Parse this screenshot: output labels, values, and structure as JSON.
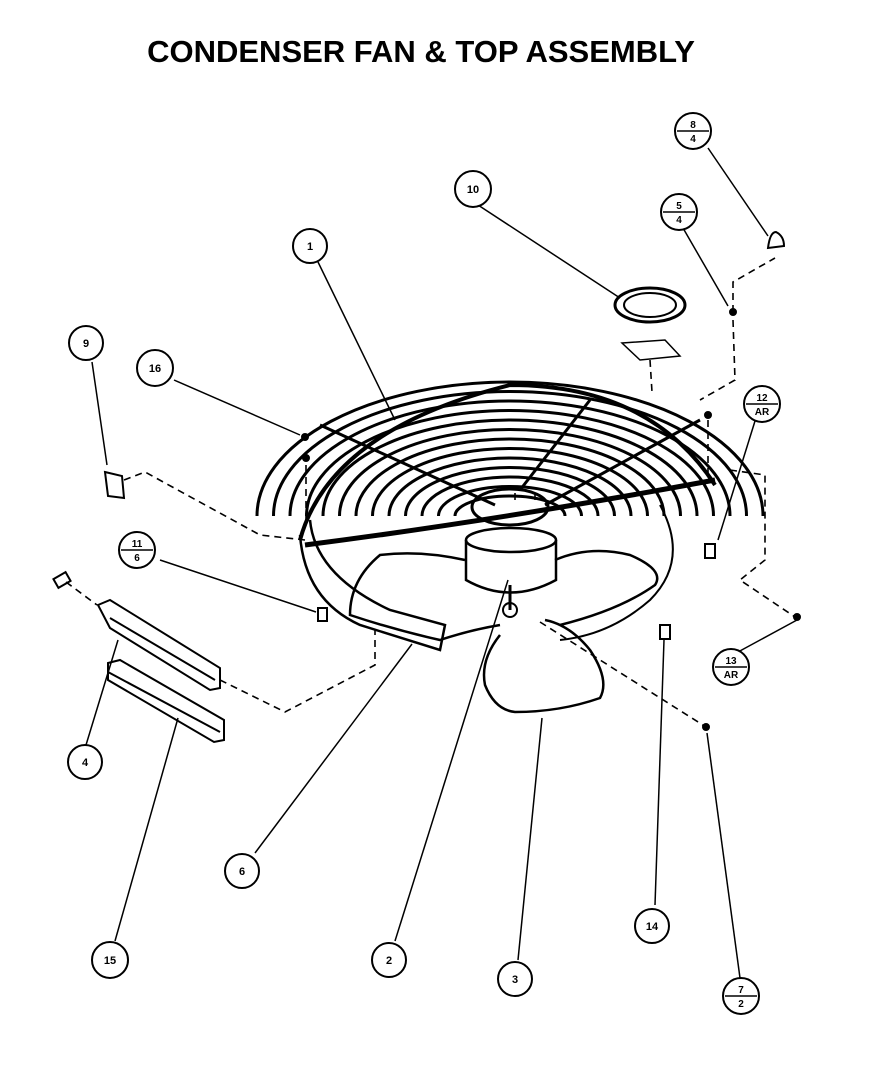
{
  "title": "CONDENSER FAN & TOP ASSEMBLY",
  "callouts": [
    {
      "id": "1",
      "top": "1"
    },
    {
      "id": "2",
      "top": "2"
    },
    {
      "id": "3",
      "top": "3"
    },
    {
      "id": "4",
      "top": "4"
    },
    {
      "id": "6",
      "top": "6"
    },
    {
      "id": "9",
      "top": "9"
    },
    {
      "id": "10",
      "top": "10"
    },
    {
      "id": "14",
      "top": "14"
    },
    {
      "id": "15",
      "top": "15"
    },
    {
      "id": "16",
      "top": "16"
    },
    {
      "id": "8",
      "top": "8",
      "bottom": "4"
    },
    {
      "id": "5",
      "top": "5",
      "bottom": "4"
    },
    {
      "id": "12",
      "top": "12",
      "bottom": "AR"
    },
    {
      "id": "11",
      "top": "11",
      "bottom": "6"
    },
    {
      "id": "13",
      "top": "13",
      "bottom": "AR"
    },
    {
      "id": "7",
      "top": "7",
      "bottom": "2"
    }
  ]
}
